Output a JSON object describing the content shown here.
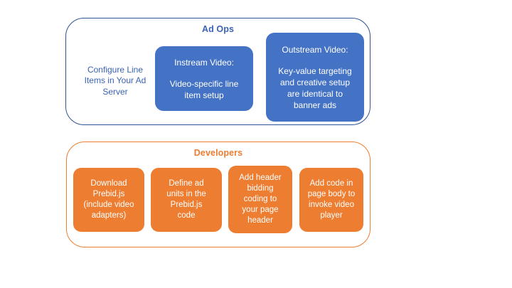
{
  "diagram": {
    "colors": {
      "blue_fill": "#4472C4",
      "blue_border": "#2E5496",
      "blue_text": "#3A62B5",
      "orange_fill": "#ED7D31",
      "orange_border": "#ED7D31",
      "background": "#FFFFFF",
      "box_text": "#FFFFFF"
    },
    "groups": [
      {
        "id": "ad-ops",
        "title": "Ad Ops",
        "text_nodes": [
          {
            "id": "configure-line-items",
            "lines": [
              "Configure Line",
              "Items in Your Ad",
              "Server"
            ],
            "text": "Configure Line Items in Your Ad Server"
          }
        ],
        "boxes": [
          {
            "id": "instream-video",
            "heading": "Instream Video:",
            "body_lines": [
              "Video-specific line",
              "item setup"
            ],
            "body": "Video-specific line item setup"
          },
          {
            "id": "outstream-video",
            "heading": "Outstream Video:",
            "body_lines": [
              "Key-value targeting",
              "and creative setup",
              "are identical to",
              "banner ads"
            ],
            "body": "Key-value targeting and creative setup are identical to banner ads"
          }
        ]
      },
      {
        "id": "developers",
        "title": "Developers",
        "boxes": [
          {
            "id": "download-prebid",
            "lines": [
              "Download",
              "Prebid.js",
              "(include video",
              "adapters)"
            ],
            "text": "Download Prebid.js (include video adapters)"
          },
          {
            "id": "define-ad-units",
            "lines": [
              "Define ad",
              "units in the",
              "Prebid.js",
              "code"
            ],
            "text": "Define ad units in the Prebid.js code"
          },
          {
            "id": "add-header-bidding-code",
            "lines": [
              "Add header",
              "bidding",
              "coding to",
              "your page",
              "header"
            ],
            "text": "Add header bidding coding to your page header"
          },
          {
            "id": "add-page-body-code",
            "lines": [
              "Add code in",
              "page body to",
              "invoke video",
              "player"
            ],
            "text": "Add code in page body to invoke video player"
          }
        ]
      }
    ]
  }
}
